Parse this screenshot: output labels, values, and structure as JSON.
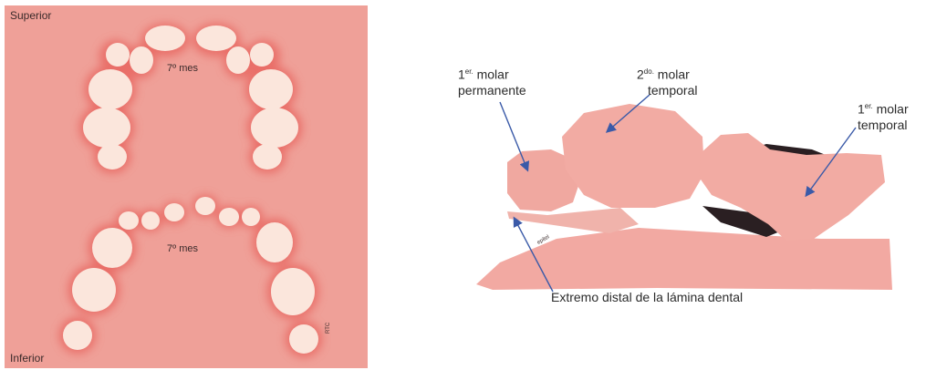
{
  "left_panel": {
    "superior_label": "Superior",
    "inferior_label": "Inferior",
    "upper_arch_month": "7º mes",
    "lower_arch_month": "7º mes",
    "signature": "RTC"
  },
  "right_panel": {
    "label_first_permanent": {
      "line1_main": "1",
      "line1_sup": "er.",
      "line1_rest": " molar",
      "line2": "permanente"
    },
    "label_second_temporal": {
      "line1_main": "2",
      "line1_sup": "do.",
      "line1_rest": " molar",
      "line2": "temporal"
    },
    "label_first_temporal": {
      "line1_main": "1",
      "line1_sup": "er.",
      "line1_rest": " molar",
      "line2": "temporal"
    },
    "label_lamina": "Extremo distal de la lámina dental",
    "small_tag": "epitel"
  },
  "colors": {
    "background": "#efa098",
    "tooth": "#fbe6dc",
    "glow": "#e35c56",
    "tissue": "#f2a9a2",
    "dark": "#2a1f22",
    "arrow": "#3a5aa8"
  }
}
